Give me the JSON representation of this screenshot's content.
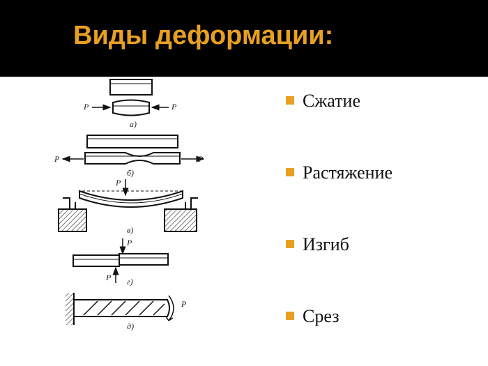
{
  "title": "Виды деформации:",
  "accent_color": "#e8a021",
  "figure": {
    "force_label": "P",
    "parts": [
      "а)",
      "б)",
      "в)",
      "г)",
      "д)"
    ]
  },
  "bullets": [
    {
      "label": "Сжатие"
    },
    {
      "label": "Растяжение"
    },
    {
      "label": "Изгиб"
    },
    {
      "label": "Срез"
    }
  ]
}
